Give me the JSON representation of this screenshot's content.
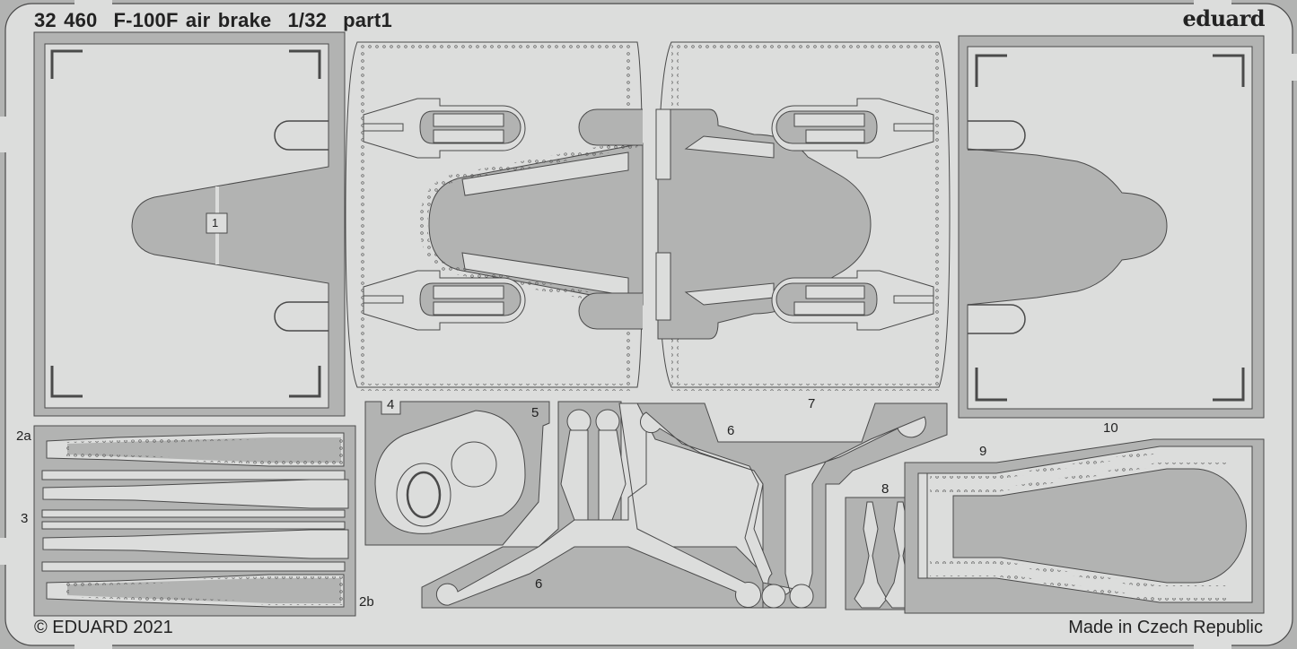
{
  "header": {
    "set_number": "32 460",
    "title": "F-100F air brake",
    "scale": "1/32",
    "part": "part1",
    "brand": "eduard"
  },
  "footer": {
    "copyright": "© EDUARD 2021",
    "origin": "Made in Czech Republic"
  },
  "part_labels": {
    "p1": "1",
    "p2a": "2a",
    "p2b": "2b",
    "p3": "3",
    "p4": "4",
    "p5": "5",
    "p6a": "6",
    "p6b": "6",
    "p7": "7",
    "p8": "8",
    "p9": "9",
    "p10": "10"
  },
  "colors": {
    "sheet": "#dcdddc",
    "part": "#dcdddc",
    "etched": "#b2b3b2",
    "outline": "#4a4a4a",
    "text": "#222222"
  }
}
